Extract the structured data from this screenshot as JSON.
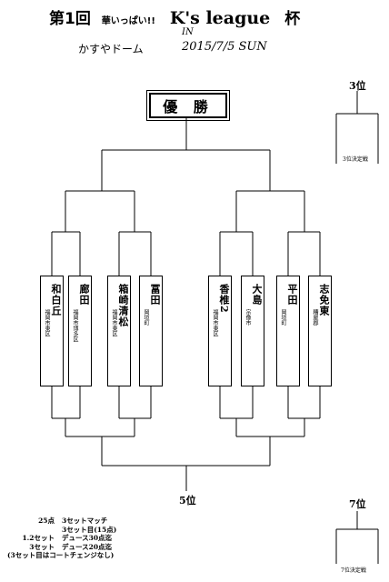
{
  "header": {
    "edition": "第1回",
    "slogan": "華いっぱい!!",
    "league": "K's league",
    "cup": "杯",
    "in_label": "IN",
    "venue": "かすやドーム",
    "date": "2015/7/5 SUN"
  },
  "champion_label": "優 勝",
  "placements": {
    "third": {
      "label": "3位",
      "caption": "3位決定戦"
    },
    "fifth": {
      "label": "5位"
    },
    "seventh": {
      "label": "7位",
      "caption": "7位決定戦"
    }
  },
  "teams": [
    {
      "name": "和白丘",
      "location": "福岡市東区"
    },
    {
      "name": "廊田",
      "location": "福岡市博多区"
    },
    {
      "name": "箱崎清松",
      "location": "福岡市東区"
    },
    {
      "name": "冨田",
      "location": "岡垣町"
    },
    {
      "name": "香椎2",
      "location": "福岡市東区"
    },
    {
      "name": "大島",
      "location": "宗像市"
    },
    {
      "name": "平田",
      "location": "岡垣町"
    },
    {
      "name": "志免東",
      "location": "糟屋郡"
    }
  ],
  "rules": [
    {
      "k": "25点",
      "v": "3セットマッチ"
    },
    {
      "k": "",
      "v": "3セット目(15点)"
    },
    {
      "k": "1.2セット",
      "v": "デュース30点迄"
    },
    {
      "k": "3セット",
      "v": "デュース20点迄"
    },
    {
      "k": "(3セット目はコートチェンジなし)",
      "v": ""
    }
  ]
}
